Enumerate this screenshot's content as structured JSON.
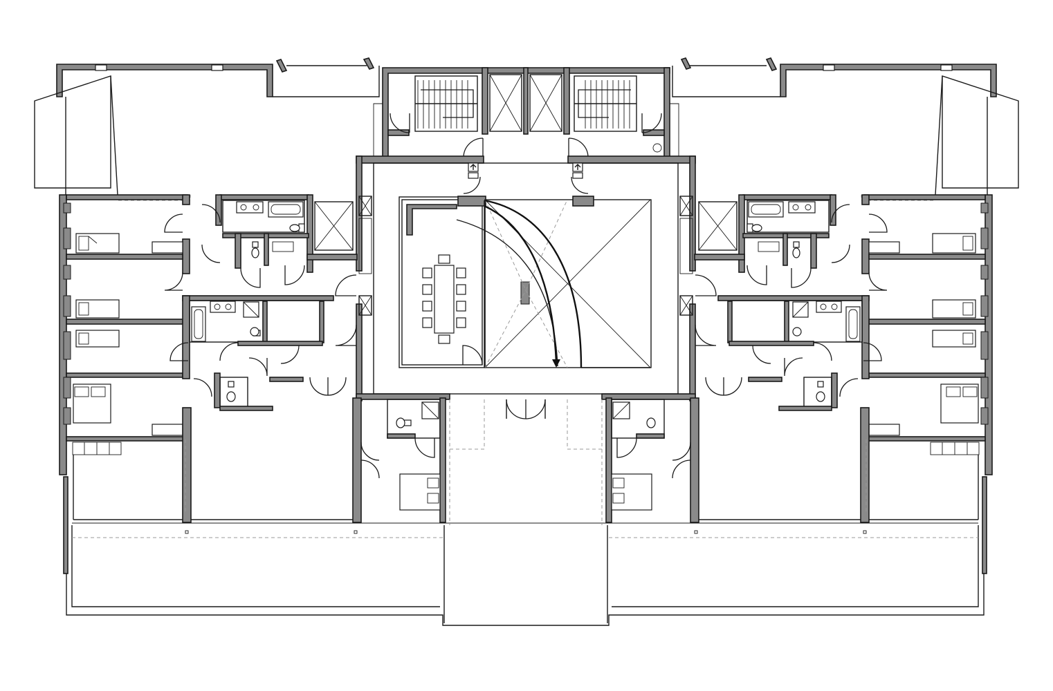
{
  "drawing": {
    "kind": "architectural-floor-plan",
    "palette": {
      "wall_fill": "#8a8a8a",
      "line": "#1a1a1a",
      "background": "#ffffff",
      "dashed": "#9a9a9a"
    },
    "icons": [
      "stair-icon",
      "elevator-icon",
      "exit-arrow-icon",
      "bed-icon",
      "bathtub-icon",
      "toilet-icon",
      "sink-icon",
      "shower-icon",
      "door-swing-icon",
      "conference-table-icon"
    ],
    "counts": {
      "elevators": 4,
      "stairs": 2,
      "conference_chairs": 10
    }
  }
}
